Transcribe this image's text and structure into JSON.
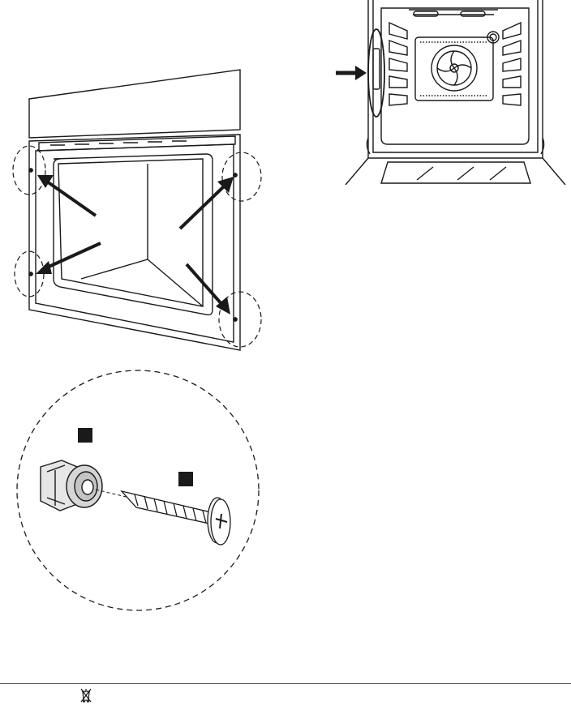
{
  "page": {
    "background": "#ffffff",
    "line_color": "#1a1a1a"
  },
  "figures": {
    "oven_interior": {
      "icon": "oven-interior-illustration"
    },
    "cavity_frame": {
      "icon": "oven-cavity-frame-illustration"
    },
    "detail": {
      "icon": "screw-and-dowel-detail"
    }
  },
  "footer": {
    "icon": "crossed-out-wheelie-bin-icon"
  }
}
